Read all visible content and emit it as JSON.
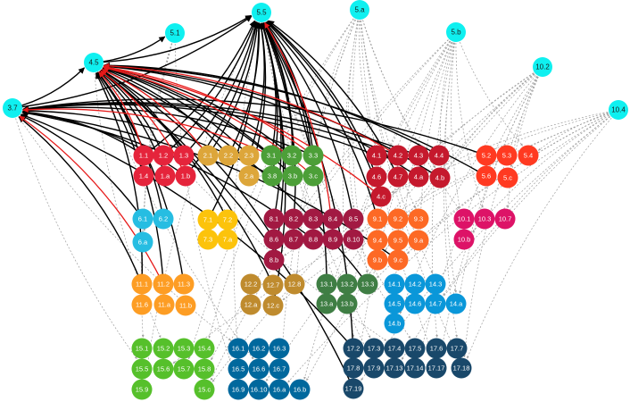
{
  "colors": {
    "hub": "#0ff0f0",
    "edge_dark": "#000000",
    "edge_red": "#e61919",
    "edge_gray": "#9e9e9e",
    "sdg1": "#e5243b",
    "sdg2": "#dda63a",
    "sdg3": "#4c9f38",
    "sdg4": "#c5192d",
    "sdg5": "#ff3a21",
    "sdg6": "#26bde2",
    "sdg7": "#fcc30b",
    "sdg8": "#a21942",
    "sdg9": "#fd6925",
    "sdg10": "#dd1367",
    "sdg11": "#fd9d24",
    "sdg12": "#bf8b2e",
    "sdg13": "#3f7e44",
    "sdg14": "#0a97d9",
    "sdg15": "#56c02b",
    "sdg16": "#00689d",
    "sdg17": "#19486a"
  },
  "hubs": [
    {
      "id": "3.7",
      "label": "3.7"
    },
    {
      "id": "4.5",
      "label": "4.5"
    },
    {
      "id": "5.1",
      "label": "5.1"
    },
    {
      "id": "5.5",
      "label": "5.5"
    },
    {
      "id": "5.a",
      "label": "5.a"
    },
    {
      "id": "5.b",
      "label": "5.b"
    },
    {
      "id": "10.2",
      "label": "10.2"
    },
    {
      "id": "10.4",
      "label": "10.4"
    }
  ],
  "groups": [
    {
      "goal": "1",
      "color_key": "sdg1",
      "targets": [
        "1.1",
        "1.2",
        "1.3",
        "1.4",
        "1.a",
        "1.b"
      ]
    },
    {
      "goal": "2",
      "color_key": "sdg2",
      "targets": [
        "2.1",
        "2.2",
        "2.3",
        "2.a"
      ]
    },
    {
      "goal": "3",
      "color_key": "sdg3",
      "targets": [
        "3.1",
        "3.2",
        "3.3",
        "3.8",
        "3.b",
        "3.c"
      ]
    },
    {
      "goal": "4",
      "color_key": "sdg4",
      "targets": [
        "4.1",
        "4.2",
        "4.3",
        "4.4",
        "4.6",
        "4.7",
        "4.a",
        "4.b",
        "4.c"
      ]
    },
    {
      "goal": "5",
      "color_key": "sdg5",
      "targets": [
        "5.2",
        "5.3",
        "5.4",
        "5.6",
        "5.c"
      ]
    },
    {
      "goal": "6",
      "color_key": "sdg6",
      "targets": [
        "6.1",
        "6.2",
        "6.a"
      ]
    },
    {
      "goal": "7",
      "color_key": "sdg7",
      "targets": [
        "7.1",
        "7.2",
        "7.3",
        "7.a"
      ]
    },
    {
      "goal": "8",
      "color_key": "sdg8",
      "targets": [
        "8.1",
        "8.2",
        "8.3",
        "8.4",
        "8.5",
        "8.6",
        "8.7",
        "8.8",
        "8.9",
        "8.10",
        "8.b"
      ]
    },
    {
      "goal": "9",
      "color_key": "sdg9",
      "targets": [
        "9.1",
        "9.2",
        "9.3",
        "9.4",
        "9.5",
        "9.a",
        "9.b",
        "9.c"
      ]
    },
    {
      "goal": "10",
      "color_key": "sdg10",
      "targets": [
        "10.1",
        "10.3",
        "10.7",
        "10.b"
      ]
    },
    {
      "goal": "11",
      "color_key": "sdg11",
      "targets": [
        "11.1",
        "11.2",
        "11.3",
        "11.6",
        "11.a",
        "11.b"
      ]
    },
    {
      "goal": "12",
      "color_key": "sdg12",
      "targets": [
        "12.2",
        "12.7",
        "12.8",
        "12.a",
        "12.c"
      ]
    },
    {
      "goal": "13",
      "color_key": "sdg13",
      "targets": [
        "13.1",
        "13.2",
        "13.3",
        "13.a",
        "13.b"
      ]
    },
    {
      "goal": "14",
      "color_key": "sdg14",
      "targets": [
        "14.1",
        "14.2",
        "14.3",
        "14.5",
        "14.6",
        "14.7",
        "14.a",
        "14.b"
      ]
    },
    {
      "goal": "15",
      "color_key": "sdg15",
      "targets": [
        "15.1",
        "15.2",
        "15.3",
        "15.4",
        "15.5",
        "15.6",
        "15.7",
        "15.8",
        "15.9",
        "15.c"
      ]
    },
    {
      "goal": "16",
      "color_key": "sdg16",
      "targets": [
        "16.1",
        "16.2",
        "16.3",
        "16.5",
        "16.6",
        "16.7",
        "16.9",
        "16.10",
        "16.a",
        "16.b"
      ]
    },
    {
      "goal": "17",
      "color_key": "sdg17",
      "targets": [
        "17.2",
        "17.3",
        "17.4",
        "17.5",
        "17.6",
        "17.7",
        "17.8",
        "17.9",
        "17.13",
        "17.14",
        "17.17",
        "17.18",
        "17.19"
      ]
    }
  ],
  "edges_dark": [
    [
      "1.1",
      "5.5"
    ],
    [
      "1.2",
      "5.5"
    ],
    [
      "1.3",
      "5.5"
    ],
    [
      "1.4",
      "4.5"
    ],
    [
      "1.a",
      "4.5"
    ],
    [
      "1.b",
      "5.5"
    ],
    [
      "1.1",
      "3.7"
    ],
    [
      "1.3",
      "4.5"
    ],
    [
      "2.1",
      "5.5"
    ],
    [
      "2.2",
      "5.5"
    ],
    [
      "2.3",
      "5.5"
    ],
    [
      "2.a",
      "5.5"
    ],
    [
      "3.1",
      "5.5"
    ],
    [
      "3.2",
      "5.5"
    ],
    [
      "3.3",
      "5.5"
    ],
    [
      "3.8",
      "5.5"
    ],
    [
      "3.b",
      "5.5"
    ],
    [
      "3.c",
      "5.5"
    ],
    [
      "3.1",
      "4.5"
    ],
    [
      "3.2",
      "4.5"
    ],
    [
      "3.8",
      "3.7"
    ],
    [
      "3.3",
      "3.7"
    ],
    [
      "4.1",
      "3.7"
    ],
    [
      "4.2",
      "3.7"
    ],
    [
      "4.3",
      "3.7"
    ],
    [
      "4.4",
      "4.5"
    ],
    [
      "4.6",
      "5.5"
    ],
    [
      "4.7",
      "5.5"
    ],
    [
      "4.a",
      "4.5"
    ],
    [
      "4.b",
      "4.5"
    ],
    [
      "4.c",
      "5.5"
    ],
    [
      "5.2",
      "3.7"
    ],
    [
      "5.6",
      "4.5"
    ],
    [
      "6.1",
      "3.7"
    ],
    [
      "6.2",
      "4.5"
    ],
    [
      "7.1",
      "5.5"
    ],
    [
      "7.2",
      "4.5"
    ],
    [
      "8.1",
      "5.5"
    ],
    [
      "8.2",
      "5.5"
    ],
    [
      "8.5",
      "5.5"
    ],
    [
      "8.6",
      "4.5"
    ],
    [
      "8.b",
      "5.5"
    ],
    [
      "8.8",
      "3.7"
    ],
    [
      "9.1",
      "5.5"
    ],
    [
      "9.c",
      "3.7"
    ],
    [
      "11.1",
      "4.5"
    ],
    [
      "11.2",
      "4.5"
    ],
    [
      "11.3",
      "4.5"
    ],
    [
      "11.1",
      "3.7"
    ],
    [
      "12.7",
      "4.5"
    ],
    [
      "12.c",
      "5.5"
    ],
    [
      "13.3",
      "4.5"
    ],
    [
      "13.a",
      "5.5"
    ],
    [
      "17.8",
      "5.5"
    ],
    [
      "17.2",
      "3.7"
    ],
    [
      "3.7",
      "5.5"
    ],
    [
      "4.5",
      "5.5"
    ],
    [
      "4.5",
      "5.1"
    ],
    [
      "3.7",
      "4.5"
    ],
    [
      "17.19",
      "4.5"
    ],
    [
      "1.2",
      "4.5"
    ],
    [
      "2.2",
      "4.5"
    ],
    [
      "2.3",
      "4.5"
    ],
    [
      "3.b",
      "4.5"
    ],
    [
      "1.b",
      "3.7"
    ]
  ],
  "edges_red": [
    [
      "1.1",
      "4.5"
    ],
    [
      "1.b",
      "4.5"
    ],
    [
      "2.1",
      "4.5"
    ],
    [
      "3.1",
      "3.7"
    ],
    [
      "3.3",
      "4.5"
    ],
    [
      "4.2",
      "4.5"
    ],
    [
      "11.2",
      "3.7"
    ],
    [
      "8.9",
      "5.5"
    ],
    [
      "4.c",
      "4.5"
    ],
    [
      "3.c",
      "4.5"
    ]
  ],
  "edges_gray": [
    [
      "5.a",
      "4.1"
    ],
    [
      "5.a",
      "8.5"
    ],
    [
      "5.a",
      "9.3"
    ],
    [
      "5.a",
      "17.2"
    ],
    [
      "5.a",
      "16.7"
    ],
    [
      "5.a",
      "14.3"
    ],
    [
      "5.a",
      "13.3"
    ],
    [
      "5.a",
      "4.b"
    ],
    [
      "5.a",
      "3.3"
    ],
    [
      "5.a",
      "15.4"
    ],
    [
      "5.a",
      "17.18"
    ],
    [
      "5.a",
      "12.8"
    ],
    [
      "5.b",
      "9.c"
    ],
    [
      "5.b",
      "17.6"
    ],
    [
      "5.b",
      "4.4"
    ],
    [
      "5.b",
      "5.4"
    ],
    [
      "5.b",
      "14.a"
    ],
    [
      "5.b",
      "10.b"
    ],
    [
      "5.b",
      "17.7"
    ],
    [
      "5.b",
      "13.b"
    ],
    [
      "5.b",
      "8.10"
    ],
    [
      "5.b",
      "16.b"
    ],
    [
      "5.b",
      "15.c"
    ],
    [
      "5.b",
      "9.a"
    ],
    [
      "10.2",
      "17.18"
    ],
    [
      "10.2",
      "5.c"
    ],
    [
      "10.2",
      "10.7"
    ],
    [
      "10.2",
      "17.14"
    ],
    [
      "10.2",
      "14.a"
    ],
    [
      "10.2",
      "16.b"
    ],
    [
      "10.2",
      "8.10"
    ],
    [
      "10.2",
      "4.b"
    ],
    [
      "10.2",
      "17.17"
    ],
    [
      "10.2",
      "15.c"
    ],
    [
      "10.4",
      "17.18"
    ],
    [
      "10.4",
      "5.4"
    ],
    [
      "10.4",
      "10.b"
    ],
    [
      "10.4",
      "17.13"
    ],
    [
      "10.4",
      "14.7"
    ],
    [
      "10.4",
      "16.a"
    ],
    [
      "10.4",
      "9.c"
    ],
    [
      "10.4",
      "12.c"
    ],
    [
      "10.4",
      "17.19"
    ],
    [
      "10.4",
      "4.c"
    ],
    [
      "5.5",
      "17.3"
    ],
    [
      "5.5",
      "16.5"
    ],
    [
      "5.5",
      "15.9"
    ],
    [
      "5.5",
      "14.5"
    ],
    [
      "5.5",
      "17.9"
    ],
    [
      "5.1",
      "15.1"
    ],
    [
      "5.1",
      "16.9"
    ],
    [
      "5.1",
      "11.6"
    ],
    [
      "5.1",
      "6.a"
    ],
    [
      "3.7",
      "15.5"
    ],
    [
      "3.7",
      "16.1"
    ],
    [
      "4.5",
      "15.2"
    ],
    [
      "4.5",
      "16.6"
    ],
    [
      "4.5",
      "17.4"
    ],
    [
      "5.5",
      "17.5"
    ],
    [
      "5.a",
      "17.17"
    ],
    [
      "5.b",
      "17.19"
    ],
    [
      "10.2",
      "14.b"
    ],
    [
      "10.4",
      "13.3"
    ],
    [
      "5.a",
      "10.1"
    ],
    [
      "5.b",
      "10.3"
    ],
    [
      "10.2",
      "9.b"
    ],
    [
      "10.4",
      "8.b"
    ],
    [
      "5.a",
      "15.7"
    ],
    [
      "5.b",
      "15.8"
    ],
    [
      "10.2",
      "16.10"
    ],
    [
      "10.4",
      "15.6"
    ]
  ]
}
